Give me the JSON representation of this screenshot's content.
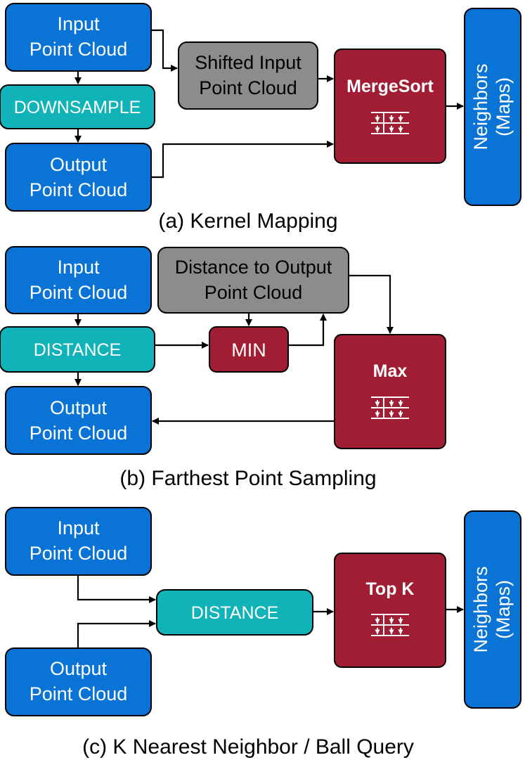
{
  "colors": {
    "blue_box": "#0A74D6",
    "teal_box": "#10B3B8",
    "gray_box": "#8C8C8C",
    "red_box": "#A11D33",
    "box_border": "#000000",
    "arrow": "#000000"
  },
  "a": {
    "caption": "(a) Kernel Mapping",
    "input": {
      "line1": "Input",
      "line2": "Point Cloud"
    },
    "downsample": "DOWNSAMPLE",
    "output": {
      "line1": "Output",
      "line2": "Point Cloud"
    },
    "shifted": {
      "line1": "Shifted Input",
      "line2": "Point Cloud"
    },
    "sort_title": "MergeSort",
    "neighbors": {
      "line1": "Neighbors",
      "line2": "(Maps)"
    },
    "sort_icon": "merge-sort-icon"
  },
  "b": {
    "caption": "(b) Farthest Point Sampling",
    "input": {
      "line1": "Input",
      "line2": "Point Cloud"
    },
    "distance": "DISTANCE",
    "output": {
      "line1": "Output",
      "line2": "Point Cloud"
    },
    "dist_out": {
      "line1": "Distance to Output",
      "line2": "Point Cloud"
    },
    "min": "MIN",
    "max_title": "Max",
    "sort_icon": "merge-sort-icon"
  },
  "c": {
    "caption": "(c) K Nearest Neighbor / Ball Query",
    "input": {
      "line1": "Input",
      "line2": "Point Cloud"
    },
    "output": {
      "line1": "Output",
      "line2": "Point Cloud"
    },
    "distance": "DISTANCE",
    "topk_title": "Top K",
    "neighbors": {
      "line1": "Neighbors",
      "line2": "(Maps)"
    },
    "sort_icon": "merge-sort-icon"
  }
}
